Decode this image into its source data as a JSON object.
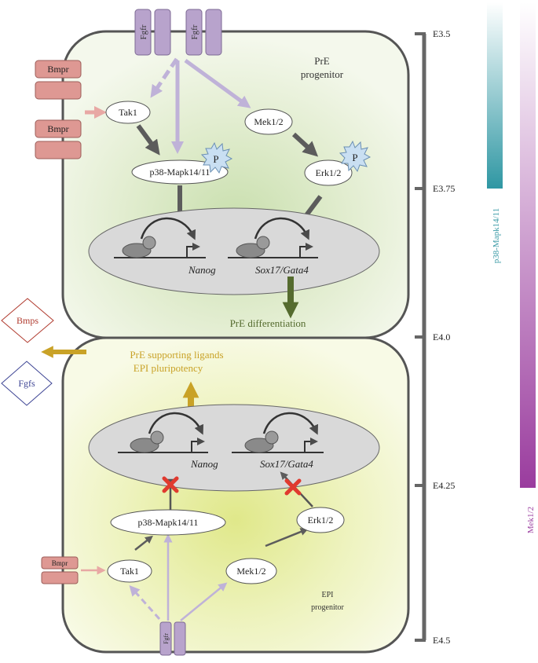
{
  "top_cell": {
    "label_line1": "PrE",
    "label_line2": "progenitor",
    "fgfr": [
      "Fgfr",
      "Fgfr"
    ],
    "bmpr": [
      "Bmpr",
      "Bmpr"
    ],
    "tak1": "Tak1",
    "p38": "p38-Mapk14/11",
    "mek": "Mek1/2",
    "erk": "Erk1/2",
    "phospho": [
      "P",
      "P"
    ],
    "gene_nanog": "Nanog",
    "gene_sox": "Sox17/Gata4",
    "output": "PrE differentiation"
  },
  "bottom_cell": {
    "label_line1": "EPI",
    "label_line2": "progenitor",
    "fgfr": "Fgfr",
    "bmpr": "Bmpr",
    "tak1": "Tak1",
    "p38": "p38-Mapk14/11",
    "mek": "Mek1/2",
    "erk": "Erk1/2",
    "gene_nanog": "Nanog",
    "gene_sox": "Sox17/Gata4",
    "output_line1": "PrE supporting ligands",
    "output_line2": "EPI pluripotency"
  },
  "secreted": {
    "bmps": "Bmps",
    "fgfs": "Fgfs"
  },
  "timeline": {
    "ticks": [
      "E3.5",
      "E3.75",
      "E4.0",
      "E4.25",
      "E4.5"
    ]
  },
  "activity_bars": {
    "p38_label": "p38-Mapk14/11",
    "mek_label": "Mek1/2"
  },
  "colors": {
    "fgfr_purple": "#b8a3cc",
    "bmpr_pink": "#de9893",
    "arrow_dark": "#5c5c5c",
    "arrow_lilac": "#bfb2d8",
    "prE_green": "#556b2f",
    "ligand_gold": "#c9a227",
    "bmps_red": "#b03a2e",
    "fgfs_blue": "#3d4494",
    "teal": "#3a9aa6",
    "magenta": "#9b3fa0",
    "inhibit_red": "#e03a2f"
  }
}
